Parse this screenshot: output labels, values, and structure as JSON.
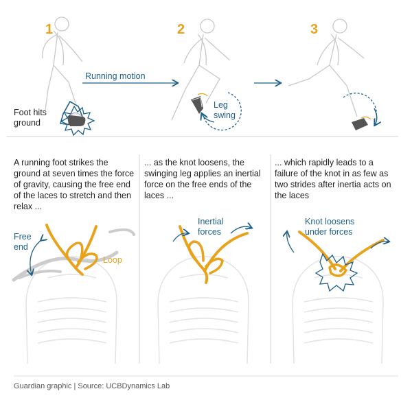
{
  "panels": [
    {
      "number": "1",
      "caption": "A running foot strikes the ground at seven times the force of gravity, causing the free end of the laces to stretch and then relax ..."
    },
    {
      "number": "2",
      "caption": "... as the knot loosens, the swinging leg applies an inertial force on the free ends of the laces ..."
    },
    {
      "number": "3",
      "caption": "... which rapidly leads to a failure of the knot in as few as two strides after inertia acts on the laces"
    }
  ],
  "labels": {
    "running_motion": "Running motion",
    "foot_hits_line1": "Foot hits",
    "foot_hits_line2": "ground",
    "leg_line1": "Leg",
    "leg_line2": "swing",
    "free_end_line1": "Free",
    "free_end_line2": "end",
    "loop": "Loop",
    "inertial_line1": "Inertial",
    "inertial_line2": "forces",
    "knot_line1": "Knot loosens",
    "knot_line2": "under forces"
  },
  "source": "Guardian graphic | Source: UCBDynamics Lab",
  "colors": {
    "accent": "#e8a21c",
    "blue": "#1d5f8a",
    "line": "#bbbbbb"
  }
}
